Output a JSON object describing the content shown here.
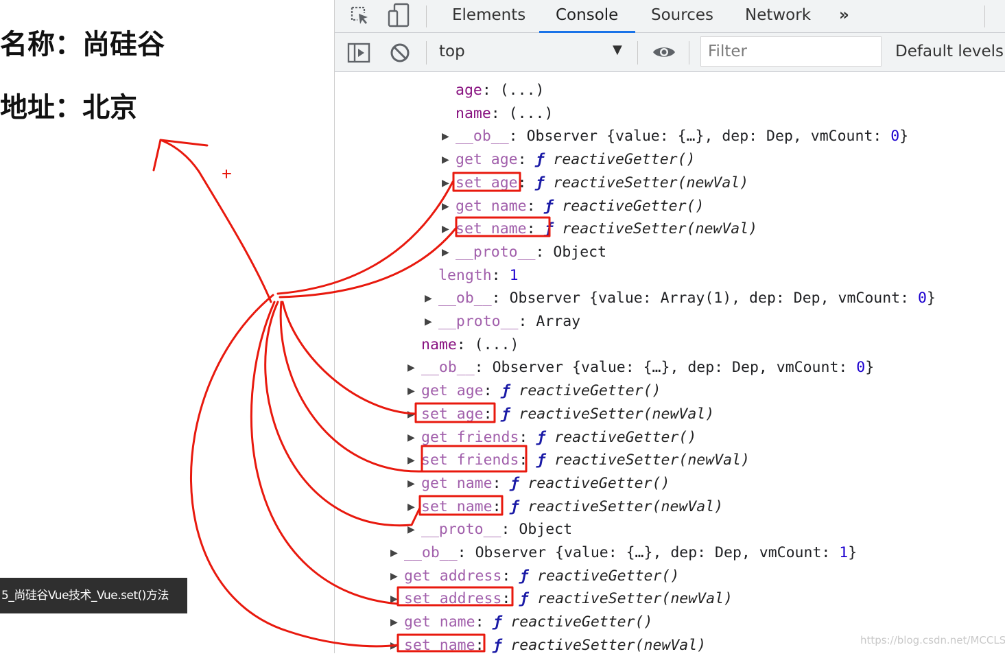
{
  "page": {
    "lines": [
      "名称：尚硅谷",
      "地址：北京"
    ],
    "video_title": "5_尚硅谷Vue技术_Vue.set()方法"
  },
  "devtools": {
    "tabs": [
      {
        "label": "Elements",
        "active": false
      },
      {
        "label": "Console",
        "active": true
      },
      {
        "label": "Sources",
        "active": false
      },
      {
        "label": "Network",
        "active": false
      }
    ],
    "more_tabs": "»",
    "context": "top",
    "filter_placeholder": "Filter",
    "levels": "Default levels",
    "accent_color": "#1a73e8"
  },
  "console_rows": [
    {
      "indent": 0,
      "expand": false,
      "key": "age",
      "dim": false,
      "sep": ": ",
      "value": [
        {
          "t": "(...)",
          "c": ""
        }
      ]
    },
    {
      "indent": 0,
      "expand": false,
      "key": "name",
      "dim": false,
      "sep": ": ",
      "value": [
        {
          "t": "(...)",
          "c": ""
        }
      ]
    },
    {
      "indent": 0,
      "expand": true,
      "key": "__ob__",
      "dim": true,
      "sep": ": ",
      "value": [
        {
          "t": "Observer {value: {…}, dep: Dep, vmCount: ",
          "c": ""
        },
        {
          "t": "0",
          "c": "num"
        },
        {
          "t": "}",
          "c": ""
        }
      ]
    },
    {
      "indent": 0,
      "expand": true,
      "key": "get age",
      "dim": true,
      "sep": ": ",
      "value": [
        {
          "t": "ƒ",
          "c": "fkw"
        },
        {
          "t": " reactiveGetter()",
          "c": "fn"
        }
      ]
    },
    {
      "indent": 0,
      "expand": true,
      "key": "set age",
      "dim": true,
      "sep": ": ",
      "value": [
        {
          "t": "ƒ",
          "c": "fkw"
        },
        {
          "t": " reactiveSetter(newVal)",
          "c": "fn"
        }
      ]
    },
    {
      "indent": 0,
      "expand": true,
      "key": "get name",
      "dim": true,
      "sep": ": ",
      "value": [
        {
          "t": "ƒ",
          "c": "fkw"
        },
        {
          "t": " reactiveGetter()",
          "c": "fn"
        }
      ]
    },
    {
      "indent": 0,
      "expand": true,
      "key": "set name",
      "dim": true,
      "sep": ": ",
      "value": [
        {
          "t": "ƒ",
          "c": "fkw"
        },
        {
          "t": " reactiveSetter(newVal)",
          "c": "fn"
        }
      ]
    },
    {
      "indent": 0,
      "expand": true,
      "key": "__proto__",
      "dim": true,
      "sep": ": ",
      "value": [
        {
          "t": "Object",
          "c": ""
        }
      ]
    },
    {
      "indent": 1,
      "expand": false,
      "key": "length",
      "dim": true,
      "sep": ": ",
      "value": [
        {
          "t": "1",
          "c": "num"
        }
      ]
    },
    {
      "indent": 1,
      "expand": true,
      "key": "__ob__",
      "dim": true,
      "sep": ": ",
      "value": [
        {
          "t": "Observer {value: Array(1), dep: Dep, vmCount: ",
          "c": ""
        },
        {
          "t": "0",
          "c": "num"
        },
        {
          "t": "}",
          "c": ""
        }
      ]
    },
    {
      "indent": 1,
      "expand": true,
      "key": "__proto__",
      "dim": true,
      "sep": ": ",
      "value": [
        {
          "t": "Array",
          "c": ""
        }
      ]
    },
    {
      "indent": 2,
      "expand": false,
      "key": "name",
      "dim": false,
      "sep": ": ",
      "value": [
        {
          "t": "(...)",
          "c": ""
        }
      ]
    },
    {
      "indent": 2,
      "expand": true,
      "key": "__ob__",
      "dim": true,
      "sep": ": ",
      "value": [
        {
          "t": "Observer {value: {…}, dep: Dep, vmCount: ",
          "c": ""
        },
        {
          "t": "0",
          "c": "num"
        },
        {
          "t": "}",
          "c": ""
        }
      ]
    },
    {
      "indent": 2,
      "expand": true,
      "key": "get age",
      "dim": true,
      "sep": ": ",
      "value": [
        {
          "t": "ƒ",
          "c": "fkw"
        },
        {
          "t": " reactiveGetter()",
          "c": "fn"
        }
      ]
    },
    {
      "indent": 2,
      "expand": true,
      "key": "set age",
      "dim": true,
      "sep": ": ",
      "value": [
        {
          "t": "ƒ",
          "c": "fkw"
        },
        {
          "t": " reactiveSetter(newVal)",
          "c": "fn"
        }
      ]
    },
    {
      "indent": 2,
      "expand": true,
      "key": "get friends",
      "dim": true,
      "sep": ": ",
      "value": [
        {
          "t": "ƒ",
          "c": "fkw"
        },
        {
          "t": " reactiveGetter()",
          "c": "fn"
        }
      ]
    },
    {
      "indent": 2,
      "expand": true,
      "key": "set friends",
      "dim": true,
      "sep": ": ",
      "value": [
        {
          "t": "ƒ",
          "c": "fkw"
        },
        {
          "t": " reactiveSetter(newVal)",
          "c": "fn"
        }
      ]
    },
    {
      "indent": 2,
      "expand": true,
      "key": "get name",
      "dim": true,
      "sep": ": ",
      "value": [
        {
          "t": "ƒ",
          "c": "fkw"
        },
        {
          "t": " reactiveGetter()",
          "c": "fn"
        }
      ]
    },
    {
      "indent": 2,
      "expand": true,
      "key": "set name",
      "dim": true,
      "sep": ": ",
      "value": [
        {
          "t": "ƒ",
          "c": "fkw"
        },
        {
          "t": " reactiveSetter(newVal)",
          "c": "fn"
        }
      ]
    },
    {
      "indent": 2,
      "expand": true,
      "key": "__proto__",
      "dim": true,
      "sep": ": ",
      "value": [
        {
          "t": "Object",
          "c": ""
        }
      ]
    },
    {
      "indent": 3,
      "expand": true,
      "key": "__ob__",
      "dim": true,
      "sep": ": ",
      "value": [
        {
          "t": "Observer {value: {…}, dep: Dep, vmCount: ",
          "c": ""
        },
        {
          "t": "1",
          "c": "num"
        },
        {
          "t": "}",
          "c": ""
        }
      ]
    },
    {
      "indent": 3,
      "expand": true,
      "key": "get address",
      "dim": true,
      "sep": ": ",
      "value": [
        {
          "t": "ƒ",
          "c": "fkw"
        },
        {
          "t": " reactiveGetter()",
          "c": "fn"
        }
      ]
    },
    {
      "indent": 3,
      "expand": true,
      "key": "set address",
      "dim": true,
      "sep": ": ",
      "value": [
        {
          "t": "ƒ",
          "c": "fkw"
        },
        {
          "t": " reactiveSetter(newVal)",
          "c": "fn"
        }
      ]
    },
    {
      "indent": 3,
      "expand": true,
      "key": "get name",
      "dim": true,
      "sep": ": ",
      "value": [
        {
          "t": "ƒ",
          "c": "fkw"
        },
        {
          "t": " reactiveGetter()",
          "c": "fn"
        }
      ]
    },
    {
      "indent": 3,
      "expand": true,
      "key": "set name",
      "dim": true,
      "sep": ": ",
      "value": [
        {
          "t": "ƒ",
          "c": "fkw"
        },
        {
          "t": " reactiveSetter(newVal)",
          "c": "fn"
        }
      ]
    }
  ],
  "annotation": {
    "color": "#e8190e"
  },
  "watermark": "https://blog.csdn.net/MCCLS"
}
